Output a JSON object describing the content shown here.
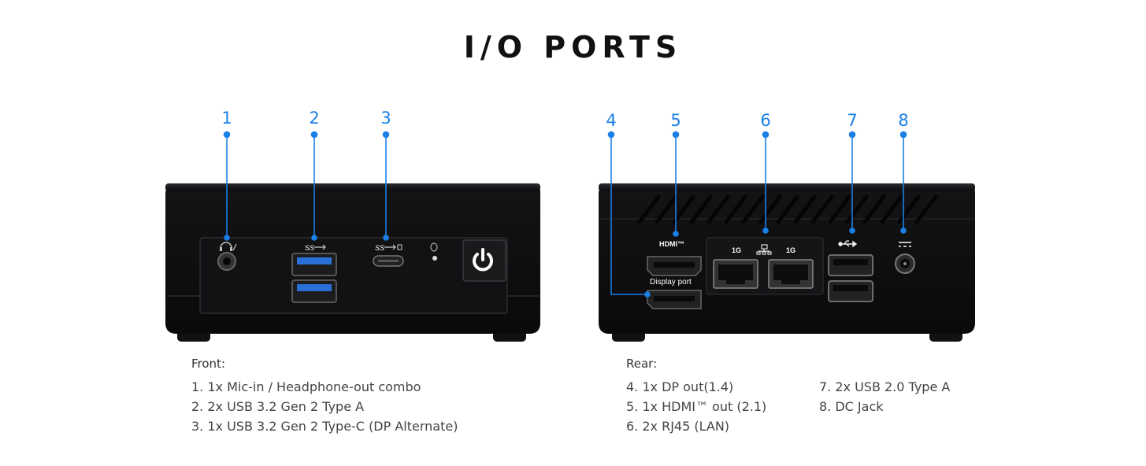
{
  "title": "I/O PORTS",
  "front": {
    "heading": "Front:",
    "callouts": [
      "1",
      "2",
      "3"
    ],
    "items": [
      "1. 1x Mic-in / Headphone-out combo",
      "2. 2x USB 3.2 Gen 2 Type A",
      "3. 1x USB 3.2 Gen 2 Type-C (DP Alternate)"
    ]
  },
  "rear": {
    "heading": "Rear:",
    "callouts": [
      "4",
      "5",
      "6",
      "7",
      "8"
    ],
    "items_col1": [
      "4. 1x DP out(1.4)",
      "5. 1x HDMI™ out (2.1)",
      "6. 2x RJ45 (LAN)"
    ],
    "items_col2": [
      "7. 2x USB 2.0 Type A",
      "8. DC Jack"
    ],
    "port_labels": {
      "hdmi": "HDMI™",
      "display_port": "Display port",
      "lan1": "1G",
      "lan2": "1G"
    }
  },
  "colors": {
    "accent": "#1a7fe6",
    "device": "#0e0e10",
    "usb3": "#2a6fd6"
  },
  "icons": [
    "headphone-mic-icon",
    "usb-superspeed-icon",
    "power-icon",
    "network-icon",
    "usb-icon",
    "dc-power-icon"
  ]
}
